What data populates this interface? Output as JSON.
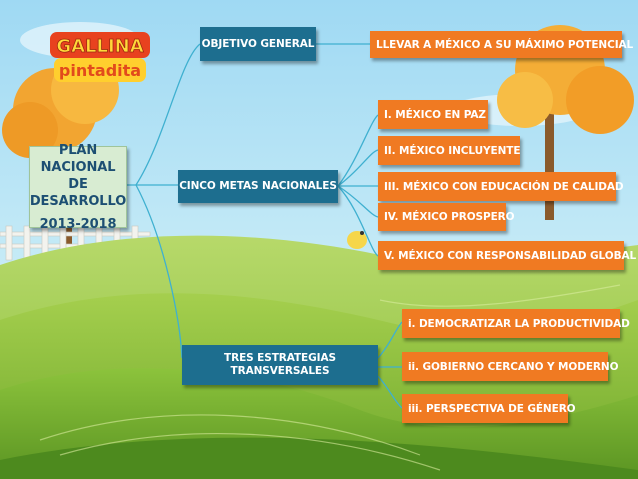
{
  "logo": {
    "line1": "GALLINA",
    "line2": "pintadita"
  },
  "root": {
    "line1": "PLAN",
    "line2": "NACIONAL DE",
    "line3": "DESARROLLO",
    "years": "2013-2018"
  },
  "objetivo": {
    "label": "OBJETIVO GENERAL",
    "target": "LLEVAR A MÉXICO A SU MÁXIMO POTENCIAL"
  },
  "metas": {
    "label": "CINCO METAS NACIONALES",
    "items": [
      "I. MÉXICO EN PAZ",
      "II. MÉXICO INCLUYENTE",
      "III. MÉXICO CON EDUCACIÓN DE CALIDAD",
      "IV. MÉXICO PROSPERO",
      "V. MÉXICO CON RESPONSABILIDAD GLOBAL"
    ]
  },
  "estrategias": {
    "label": "TRES ESTRATEGIAS TRANSVERSALES",
    "items": [
      "i. DEMOCRATIZAR LA PRODUCTIVIDAD",
      "ii. GOBIERNO CERCANO Y MODERNO",
      "iii. PERSPECTIVA DE GÉNERO"
    ]
  },
  "colors": {
    "node_orange": "#f07a22",
    "node_blue": "#1d6e8f",
    "root_fill": "#d8ecd2",
    "connector": "#3fb0d0"
  }
}
